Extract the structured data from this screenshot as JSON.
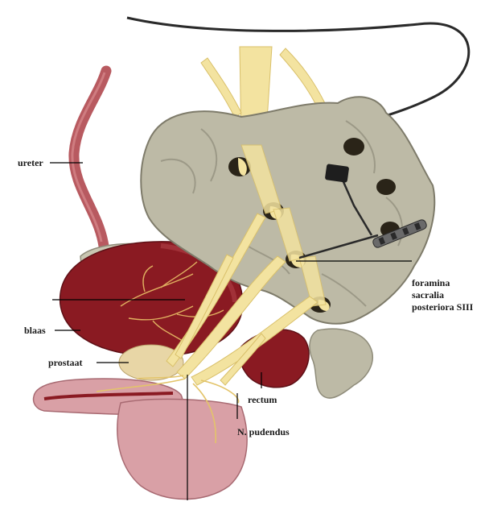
{
  "labels": {
    "ureter": "ureter",
    "blaas": "blaas",
    "prostaat": "prostaat",
    "rectum": "rectum",
    "n_pudendus": "N. pudendus",
    "foramina_line1": "foramina",
    "foramina_line2": "sacralia",
    "foramina_line3": "posteriora SIII"
  },
  "colors": {
    "background": "#ffffff",
    "bone": "#bdbaa6",
    "bone_shadow": "#8f8c7a",
    "bladder": "#8a1a22",
    "bladder_light": "#a8333a",
    "nerve": "#f3e3a0",
    "nerve_edge": "#d9c06a",
    "ureter": "#b85a60",
    "penis": "#d9a0a6",
    "rectum": "#8a1a22",
    "electrode": "#2a2a2a",
    "leader_line": "#000000"
  }
}
